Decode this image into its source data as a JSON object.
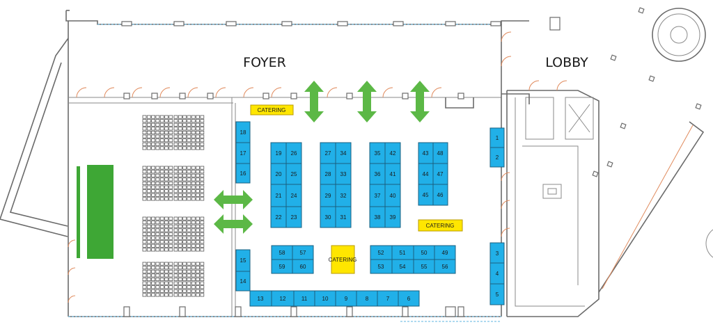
{
  "areas": {
    "foyer": "FOYER",
    "lobby": "LOBBY"
  },
  "booths": [
    "1",
    "2",
    "3",
    "4",
    "5",
    "6",
    "7",
    "8",
    "9",
    "10",
    "11",
    "12",
    "13",
    "14",
    "15",
    "16",
    "17",
    "18",
    "19",
    "20",
    "21",
    "22",
    "23",
    "24",
    "25",
    "26",
    "27",
    "28",
    "29",
    "30",
    "31",
    "32",
    "33",
    "34",
    "35",
    "36",
    "37",
    "38",
    "39",
    "40",
    "41",
    "42",
    "43",
    "44",
    "45",
    "46",
    "47",
    "48",
    "49",
    "50",
    "51",
    "52",
    "53",
    "54",
    "55",
    "56",
    "57",
    "58",
    "59",
    "60"
  ],
  "catering": [
    "CATERING",
    "CATERING",
    "CATERING"
  ],
  "colors": {
    "booth": "#21b0e8",
    "catering": "#ffe600",
    "stage": "#3ea735",
    "arrow": "#5cb846"
  }
}
